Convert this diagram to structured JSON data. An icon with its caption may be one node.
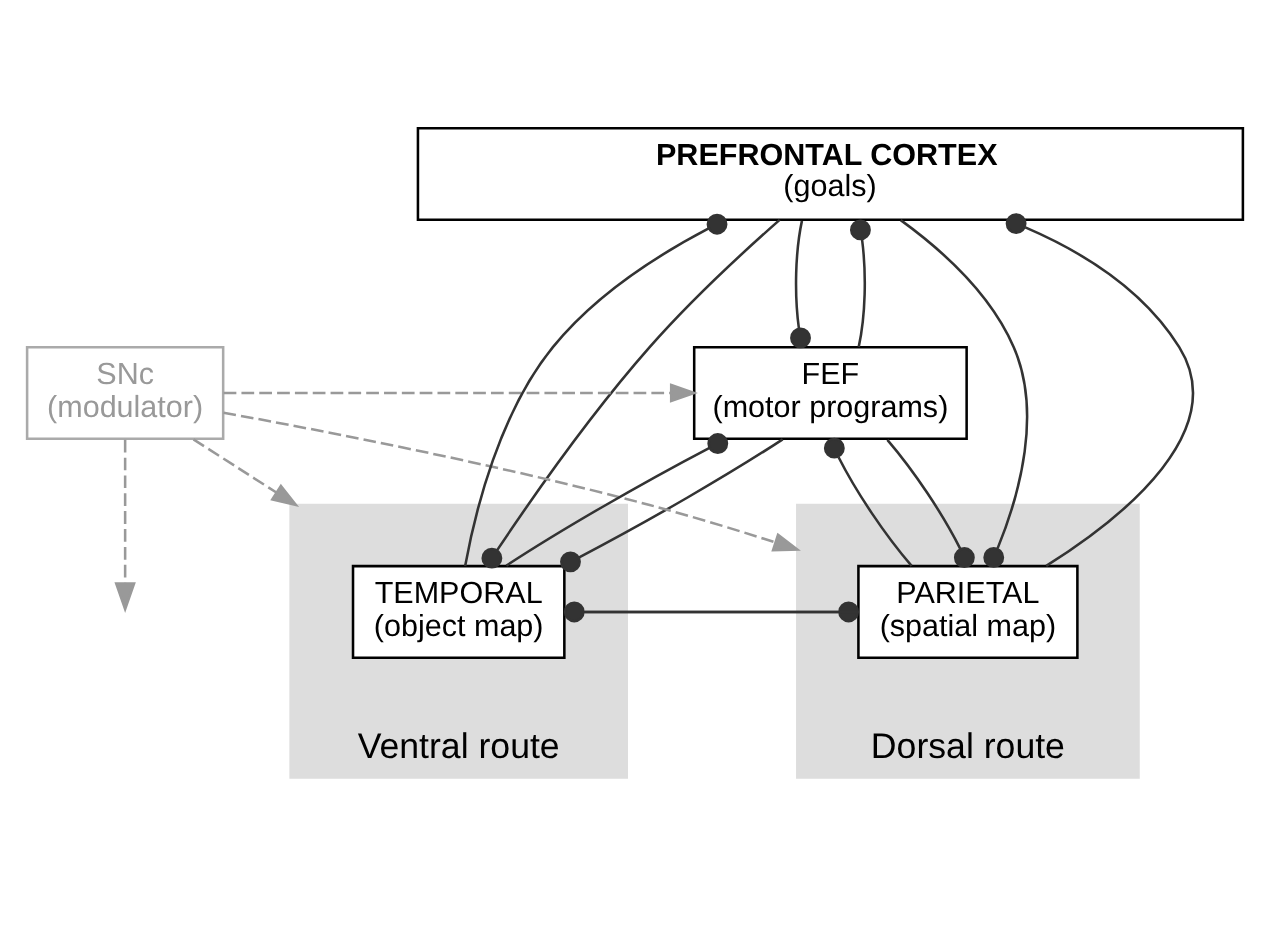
{
  "diagram": {
    "nodes": [
      {
        "text": [
          "PREFRONTAL CORTEX",
          "(goals)"
        ]
      },
      {
        "text": [
          "FEF",
          "(motor programs)"
        ]
      },
      {
        "text": [
          "SNc",
          "(modulator)"
        ]
      },
      {
        "text": [
          "Ventral route"
        ]
      },
      {
        "text": [
          "TEMPORAL",
          "(object map)"
        ],
        "in": 3
      },
      {
        "text": [
          "Dorsal route"
        ]
      },
      {
        "text": [
          "PARIETAL",
          "(spatial map)"
        ],
        "in": 5
      }
    ],
    "edges": [
      {
        "from": 0,
        "to": 4,
        "arrow": "other"
      },
      {
        "from": 4,
        "to": 0,
        "arrow": "other"
      },
      {
        "from": 0,
        "to": 1,
        "arrow": "other"
      },
      {
        "from": 1,
        "to": 0,
        "arrow": "other"
      },
      {
        "from": 6,
        "to": 0,
        "arrow": "other"
      },
      {
        "from": 0,
        "to": 6,
        "arrow": "other"
      },
      {
        "from": 4,
        "to": 1,
        "arrow": "other"
      },
      {
        "from": 1,
        "to": 4,
        "arrow": "other"
      },
      {
        "from": 6,
        "to": 1,
        "arrow": "other"
      },
      {
        "from": 1,
        "to": 6,
        "arrow": "other"
      },
      {
        "from": 4,
        "to": 6,
        "arrow": "other"
      },
      {
        "from": 6,
        "to": 4,
        "arrow": "other"
      },
      {
        "from": 2,
        "to": null,
        "arrow": "to",
        "style": "dashed",
        "color": "#999999"
      },
      {
        "from": 2,
        "to": 1,
        "arrow": "to",
        "style": "dashed",
        "color": "#999999"
      },
      {
        "from": 2,
        "to": 3,
        "arrow": "to",
        "style": "dashed",
        "color": "#999999"
      },
      {
        "from": 2,
        "to": 5,
        "arrow": "to",
        "style": "dashed",
        "color": "#999999"
      }
    ]
  }
}
